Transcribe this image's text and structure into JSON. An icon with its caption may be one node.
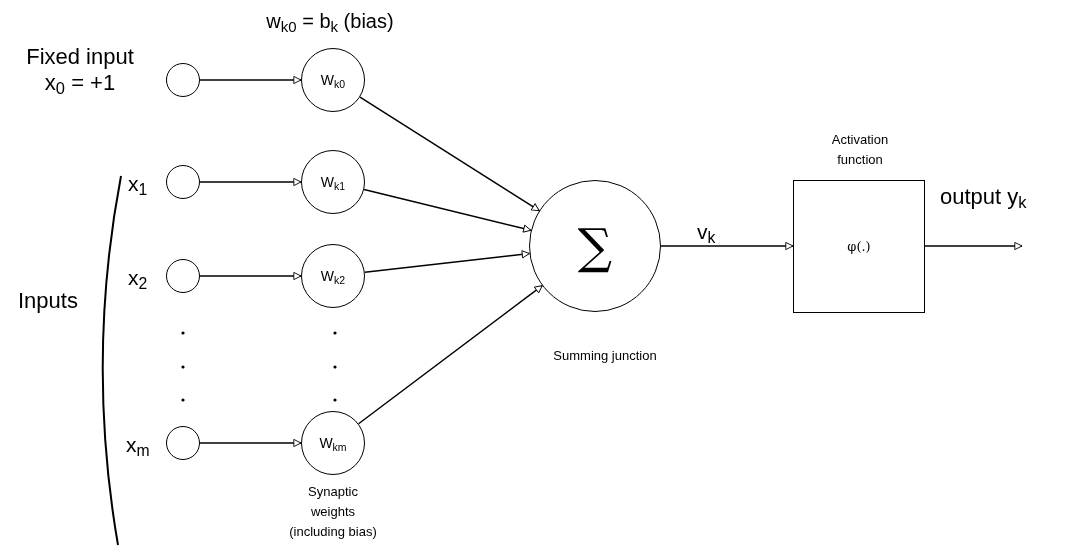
{
  "diagram": {
    "nodes": [
      {
        "text": [],
        "shape": "circle",
        "beside": [
          "Fixed input x$_{0}$ = +1"
        ]
      },
      {
        "text": [
          "W$_{k0}$"
        ],
        "beside": [
          "w$_{k0}$ = b$_{k}$ (bias)"
        ]
      },
      {
        "text": [],
        "shape": "circle",
        "beside": [
          "x$_{1}$"
        ]
      },
      {
        "text": [
          "W$_{k1}$"
        ]
      },
      {
        "text": [],
        "shape": "circle",
        "beside": [
          "x$_{2}$"
        ]
      },
      {
        "text": [
          "W$_{k2}$"
        ]
      },
      {
        "text": [],
        "shape": "circle",
        "beside": [
          "x$_{m}$"
        ]
      },
      {
        "text": [
          "W$_{km}$"
        ],
        "beside": [
          "Synaptic weights (including bias)"
        ]
      },
      {
        "text": [
          "∑"
        ],
        "beside": [
          "Summing junction"
        ]
      },
      {
        "text": [
          "φ(.)"
        ],
        "beside": [
          "Activation function"
        ]
      }
    ],
    "edges": [
      {
        "from": 0,
        "to": 1,
        "arrow": "to"
      },
      {
        "from": 2,
        "to": 3,
        "arrow": "to"
      },
      {
        "from": 4,
        "to": 5,
        "arrow": "to"
      },
      {
        "from": 6,
        "to": 7,
        "arrow": "to"
      },
      {
        "from": 1,
        "to": 8,
        "arrow": "to"
      },
      {
        "from": 3,
        "to": 8,
        "arrow": "to"
      },
      {
        "from": 5,
        "to": 8,
        "arrow": "to"
      },
      {
        "from": 7,
        "to": 8,
        "arrow": "to"
      },
      {
        "from": 8,
        "to": 9,
        "arrow": "to",
        "label": "v$_{k}$"
      },
      {
        "from": 9,
        "to": null,
        "arrow": "to",
        "label": "output y$_{k}$"
      }
    ],
    "labels": [
      "Inputs"
    ]
  }
}
